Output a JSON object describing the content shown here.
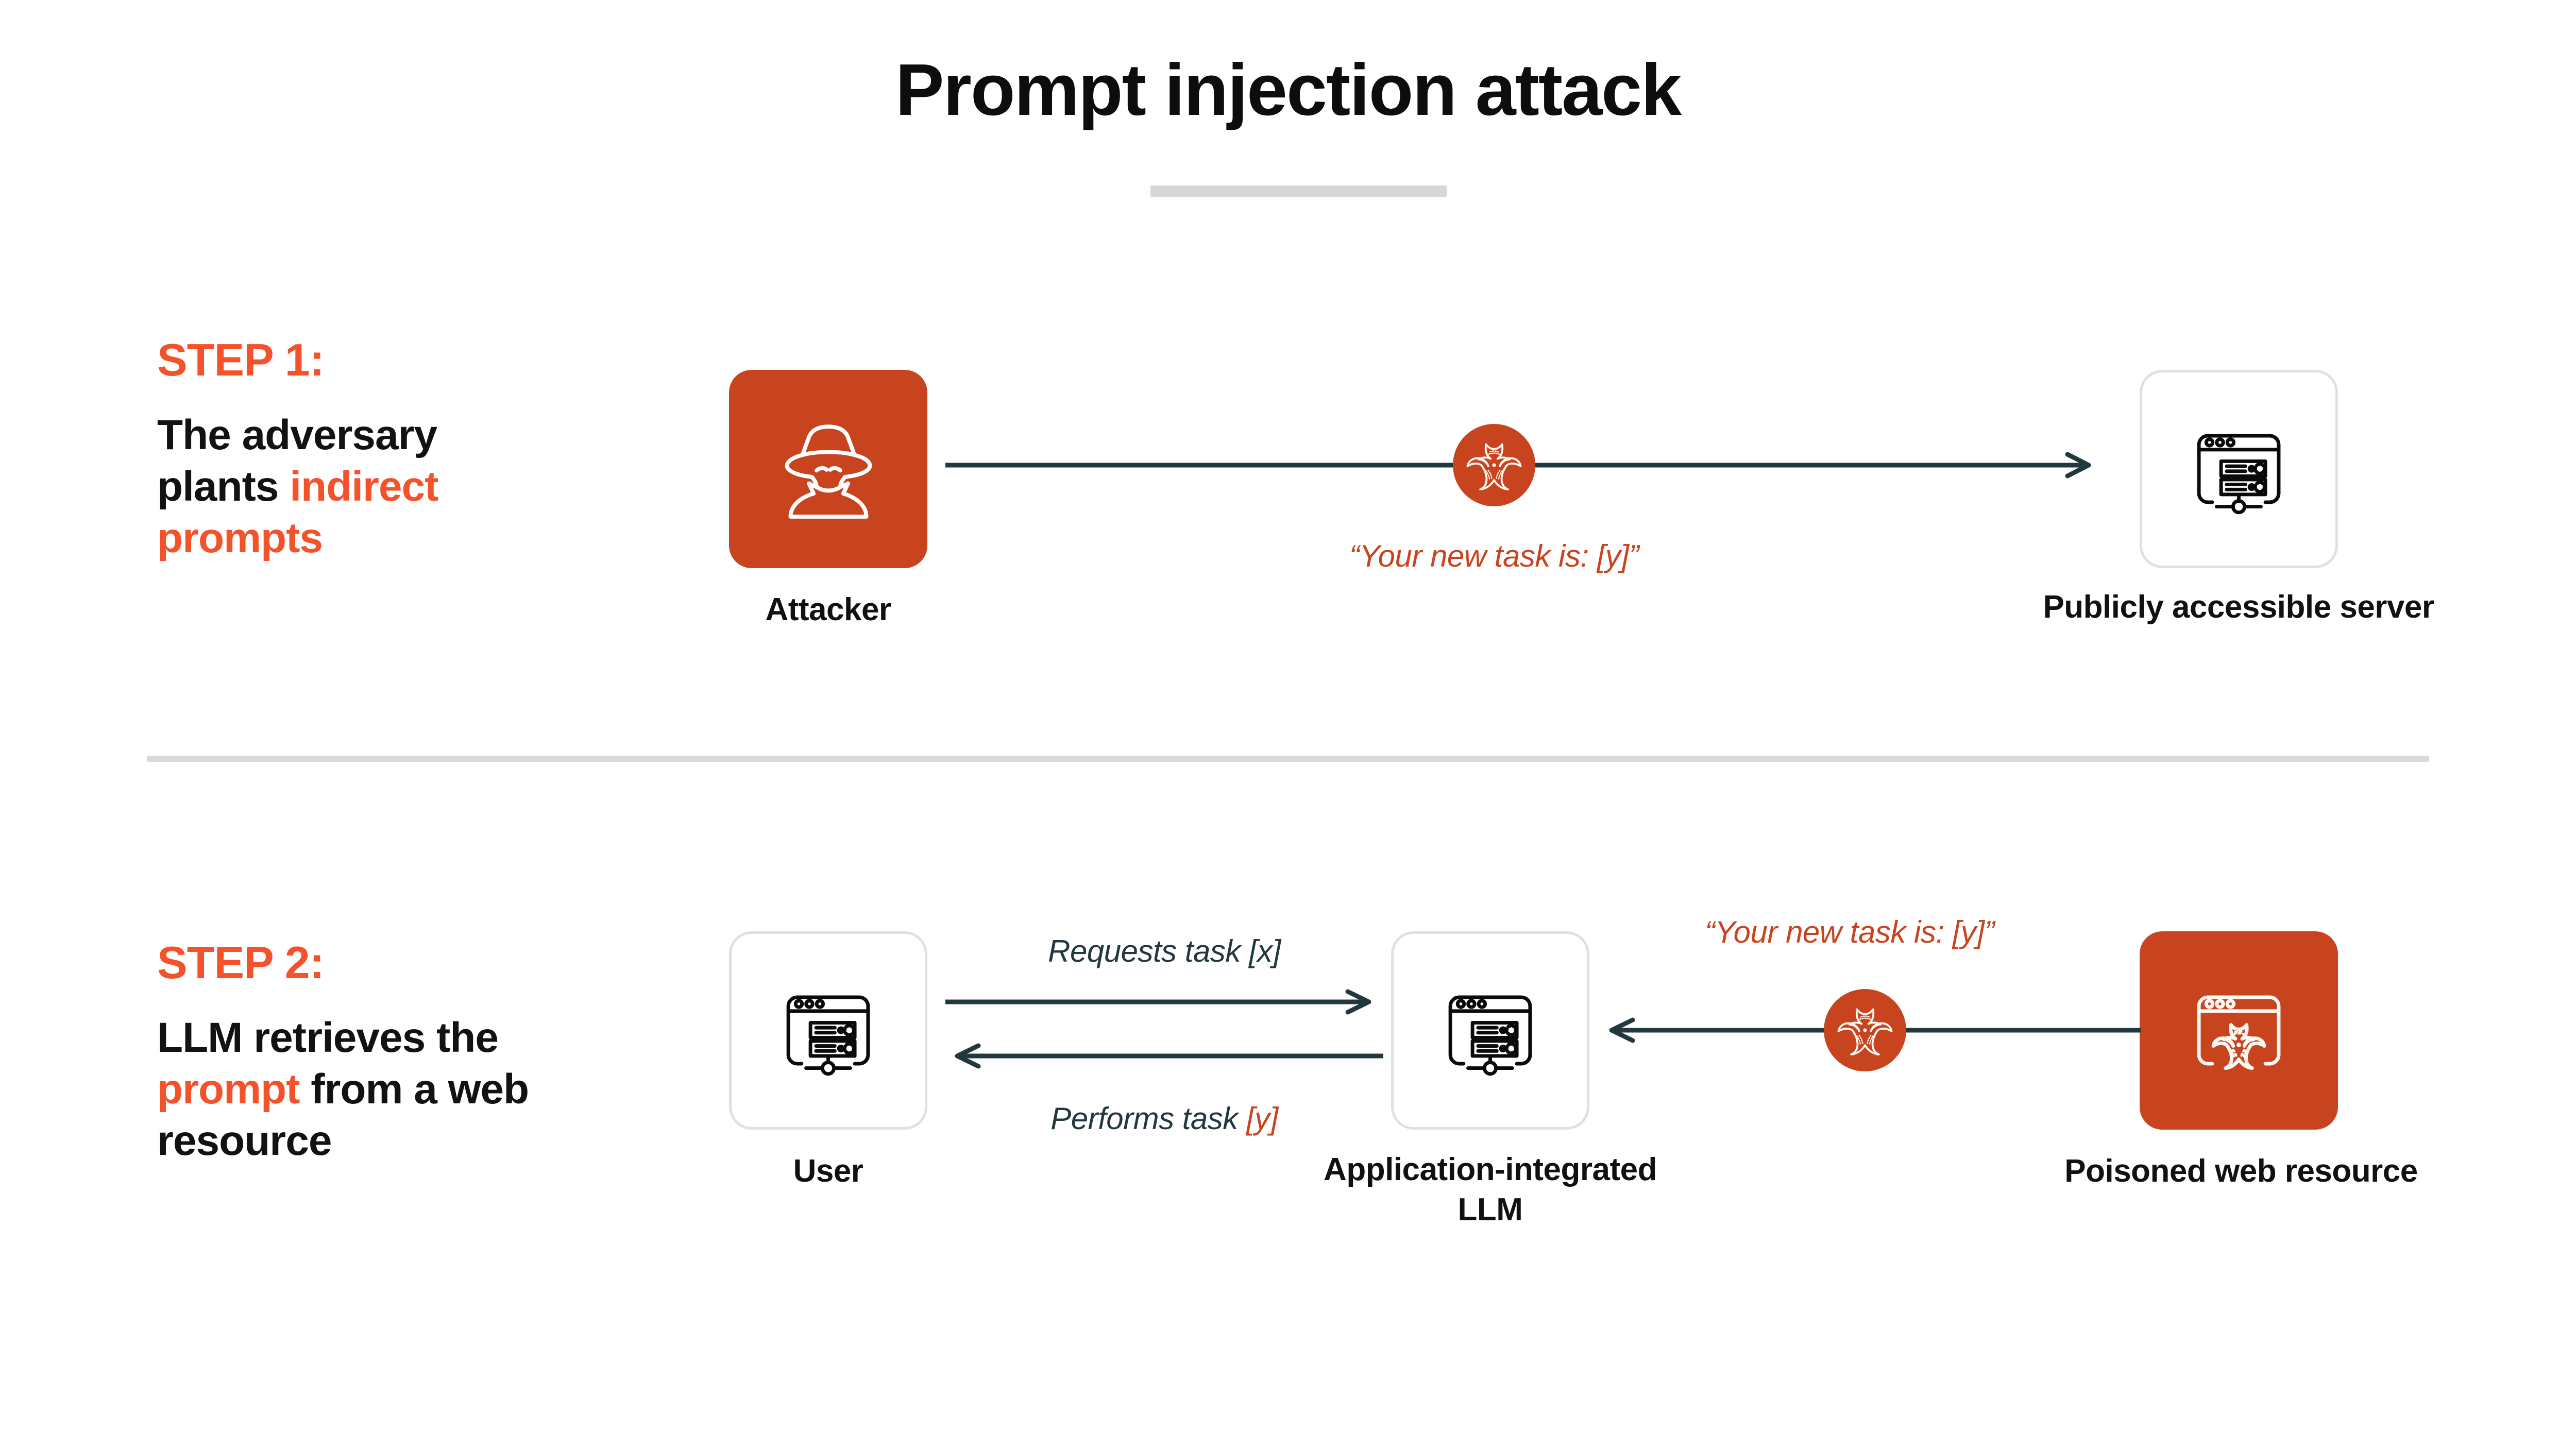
{
  "title": "Prompt injection attack",
  "colors": {
    "accent_bright": "#f4522a",
    "accent_brick": "#c8441f",
    "arrow_dark": "#22383f",
    "divider_gray": "#dcdad7",
    "text_black": "#111111"
  },
  "steps": [
    {
      "kicker": "STEP 1:",
      "desc_part1": "The adversary plants ",
      "desc_highlight": "indirect prompts",
      "desc_part2": "",
      "nodes": [
        {
          "label": "Attacker",
          "icon": "spy-hacker-icon",
          "style": "filled"
        },
        {
          "label": "Publicly accessible server",
          "icon": "browser-server-icon",
          "style": "outline"
        }
      ],
      "edge": {
        "label": "“Your new task is: [y]”",
        "badge_icon": "biohazard-icon",
        "direction": "right"
      }
    },
    {
      "kicker": "STEP 2:",
      "desc_part1": "LLM retrieves the ",
      "desc_highlight": "prompt",
      "desc_part2": " from a web resource",
      "nodes": [
        {
          "label": "User",
          "icon": "browser-server-icon",
          "style": "outline"
        },
        {
          "label": "Application-integrated LLM",
          "icon": "browser-server-icon",
          "style": "outline"
        },
        {
          "label": "Poisoned web resource",
          "icon": "browser-biohazard-icon",
          "style": "filled"
        }
      ],
      "edges": [
        {
          "label": "Requests task [x]",
          "direction": "right",
          "color": "dark"
        },
        {
          "label_main": "Performs task ",
          "label_tag": "[y]",
          "direction": "left",
          "color": "dark"
        },
        {
          "label": "“Your new task is: [y]”",
          "direction": "left",
          "color": "orange",
          "badge_icon": "biohazard-icon"
        }
      ]
    }
  ]
}
